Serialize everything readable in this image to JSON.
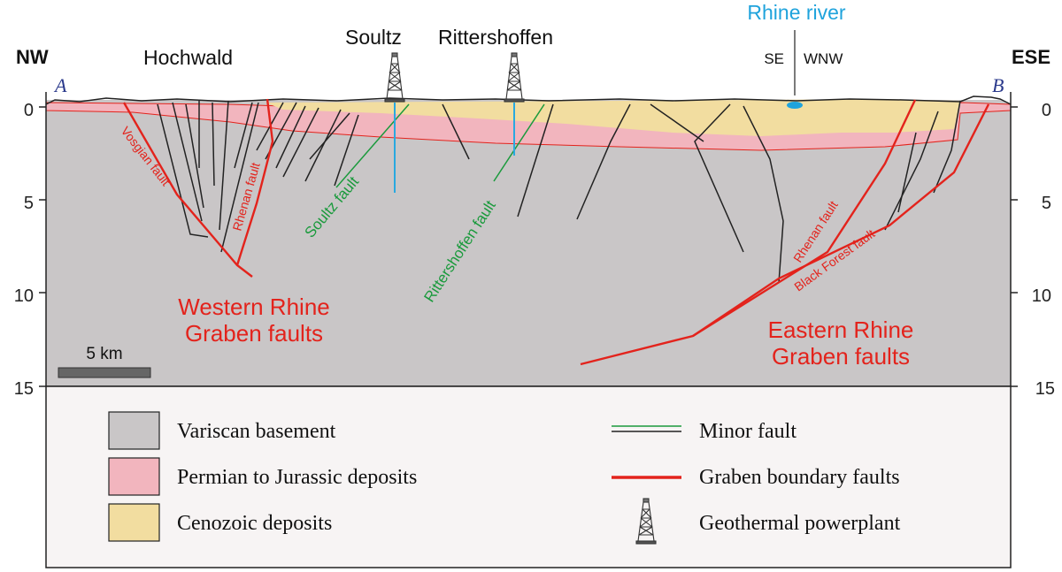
{
  "section": {
    "left_end": "NW",
    "left_point": "A",
    "right_end": "ESE",
    "right_point": "B",
    "direction_change_left": "SE",
    "direction_change_right": "WNW"
  },
  "depth_axis": {
    "ticks": [
      "0",
      "5",
      "10",
      "15"
    ]
  },
  "places": {
    "hochwald": "Hochwald",
    "soultz": "Soultz",
    "rittershoffen": "Rittershoffen",
    "rhine_river": "Rhine river"
  },
  "fault_labels": {
    "vosgian": "Vosgian fault",
    "rhenan_west": "Rhenan fault",
    "soultz": "Soultz fault",
    "rittershoffen": "Rittershoffen fault",
    "rhenan_east": "Rhenan fault",
    "black_forest": "Black Forest fault"
  },
  "group_labels": {
    "western_line1": "Western Rhine",
    "western_line2": "Graben faults",
    "eastern_line1": "Eastern Rhine",
    "eastern_line2": "Graben faults"
  },
  "scale_bar": {
    "label": "5 km"
  },
  "legend": {
    "items_left": [
      {
        "label": "Variscan basement",
        "swatch": "#c9c6c7"
      },
      {
        "label": "Permian to Jurassic deposits",
        "swatch": "#f2b5be"
      },
      {
        "label": "Cenozoic deposits",
        "swatch": "#f2dda0"
      }
    ],
    "items_right": [
      {
        "label": "Minor fault",
        "style": "green-black-lines"
      },
      {
        "label": "Graben boundary faults",
        "style": "red-line"
      },
      {
        "label": "Geothermal powerplant",
        "style": "derrick-icon"
      }
    ]
  },
  "colors": {
    "basement": "#c9c6c7",
    "permian": "#f2b5be",
    "cenozoic": "#f2dda0",
    "boundary_fault": "#e3231c",
    "minor_fault_green": "#1a9a3c",
    "well": "#29a9e0",
    "river": "#1fa3dc",
    "point_label": "#2b3a8c"
  }
}
